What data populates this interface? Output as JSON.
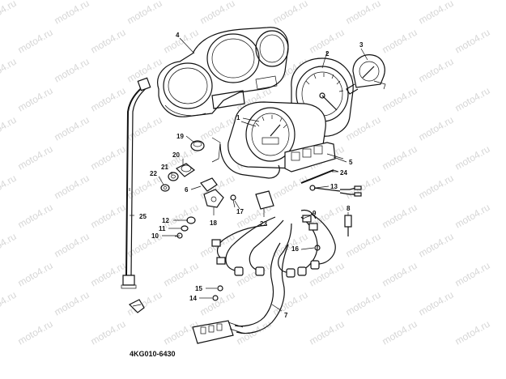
{
  "watermark": {
    "text": "moto4.ru"
  },
  "diagram_code": "4KG010-6430",
  "callouts": {
    "c1": "1",
    "c2": "2",
    "c3": "3",
    "c4": "4",
    "c5": "5",
    "c6": "6",
    "c7": "7",
    "c8": "8",
    "c9": "9",
    "c10": "10",
    "c11": "11",
    "c12": "12",
    "c13": "13",
    "c14": "14",
    "c15": "15",
    "c16": "16",
    "c17": "17",
    "c18": "18",
    "c19": "19",
    "c20": "20",
    "c21": "21",
    "c22": "22",
    "c23": "23",
    "c24": "24",
    "c25": "25"
  }
}
